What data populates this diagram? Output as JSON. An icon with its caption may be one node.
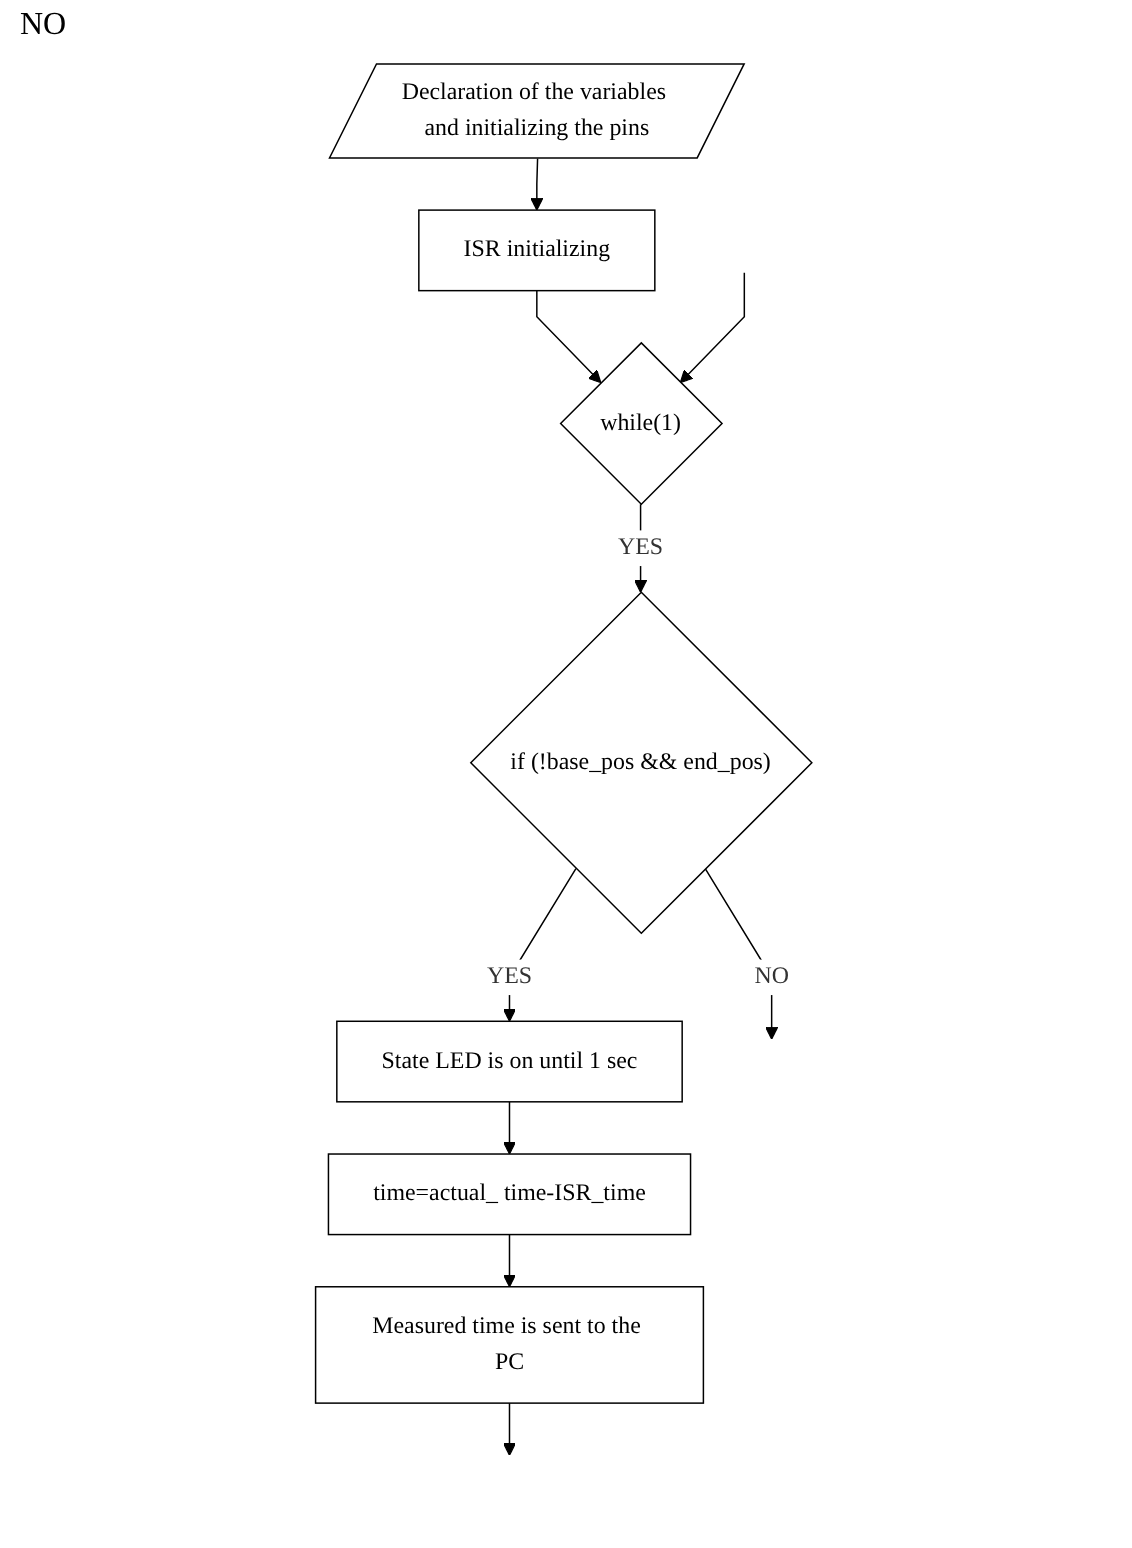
{
  "diagram": {
    "nodes": [
      {
        "text": [
          "Declaration of the variables and initializing the pins"
        ]
      },
      {
        "text": [
          "ISR initializing"
        ]
      },
      {
        "text": [
          "while(1)"
        ]
      },
      {
        "text": [
          "if (!base_pos && end_pos)"
        ]
      },
      {
        "text": [
          "State LED is on until 1 sec"
        ]
      },
      {
        "text": [
          "time=actual_ time-ISR_time"
        ]
      },
      {
        "text": [
          "Measured time is sent to the PC"
        ]
      }
    ],
    "edges": [
      {
        "from": 0,
        "to": 1,
        "arrow": "to"
      },
      {
        "from": 1,
        "to": 2,
        "arrow": "to"
      },
      {
        "from": null,
        "to": 2,
        "arrow": "to"
      },
      {
        "from": 2,
        "to": 3,
        "arrow": "to",
        "label": "YES"
      },
      {
        "from": 3,
        "to": null,
        "arrow": "to",
        "label": "NO"
      },
      {
        "from": 3,
        "to": 4,
        "arrow": "to",
        "label": "YES"
      },
      {
        "from": 4,
        "to": 5,
        "arrow": "to"
      },
      {
        "from": 5,
        "to": 6,
        "arrow": "to"
      },
      {
        "from": 6,
        "to": null,
        "arrow": "to"
      }
    ],
    "labels": [
      "NO"
    ]
  }
}
